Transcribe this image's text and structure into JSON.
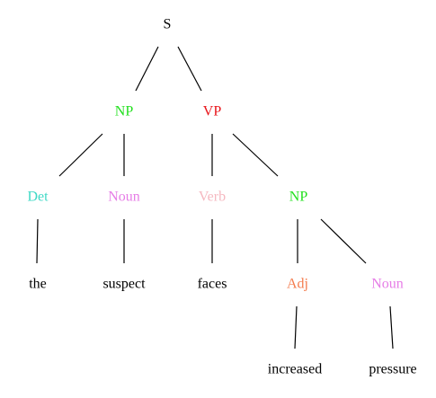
{
  "tree": {
    "nodes": [
      {
        "id": "s",
        "label": "S",
        "color": "#000000"
      },
      {
        "id": "np1",
        "label": "NP",
        "color": "#22e01e"
      },
      {
        "id": "vp",
        "label": "VP",
        "color": "#e8151b"
      },
      {
        "id": "det",
        "label": "Det",
        "color": "#3fd9c6"
      },
      {
        "id": "noun1",
        "label": "Noun",
        "color": "#e67de6"
      },
      {
        "id": "verb",
        "label": "Verb",
        "color": "#f5b8c0"
      },
      {
        "id": "np2",
        "label": "NP",
        "color": "#22e01e"
      },
      {
        "id": "the",
        "label": "the",
        "color": "#000000"
      },
      {
        "id": "suspect",
        "label": "suspect",
        "color": "#000000"
      },
      {
        "id": "faces",
        "label": "faces",
        "color": "#000000"
      },
      {
        "id": "adj",
        "label": "Adj",
        "color": "#f47c4e"
      },
      {
        "id": "noun2",
        "label": "Noun",
        "color": "#e67de6"
      },
      {
        "id": "increased",
        "label": "increased",
        "color": "#000000"
      },
      {
        "id": "pressure",
        "label": "pressure",
        "color": "#000000"
      }
    ],
    "edges": [
      [
        "s",
        "np1"
      ],
      [
        "s",
        "vp"
      ],
      [
        "np1",
        "det"
      ],
      [
        "np1",
        "noun1"
      ],
      [
        "vp",
        "verb"
      ],
      [
        "vp",
        "np2"
      ],
      [
        "det",
        "the"
      ],
      [
        "noun1",
        "suspect"
      ],
      [
        "verb",
        "faces"
      ],
      [
        "np2",
        "adj"
      ],
      [
        "np2",
        "noun2"
      ],
      [
        "adj",
        "increased"
      ],
      [
        "noun2",
        "pressure"
      ]
    ]
  }
}
